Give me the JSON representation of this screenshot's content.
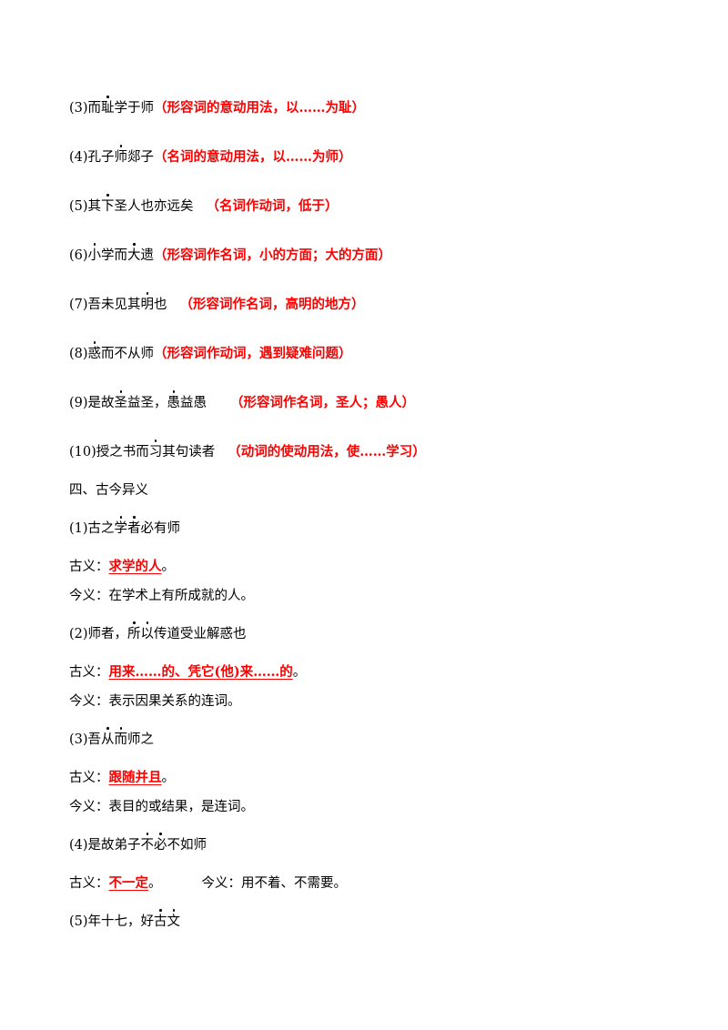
{
  "items": [
    {
      "num": "(3)",
      "s1": "而",
      "d1": "耻",
      "s2": "学于师",
      "ann": "（形容词的意动用法，以……为耻）"
    },
    {
      "num": "(4)",
      "s1": "孔子",
      "d1": "师",
      "s2": "郯子",
      "ann": "（名词的意动用法，以……为师）"
    },
    {
      "num": "(5)",
      "s1": "其",
      "d1": "下",
      "s2": "圣人也亦远矣",
      "ann": "（名词作动词，低于）"
    },
    {
      "num": "(6)",
      "d1": "小",
      "s2": "学而",
      "d2": "大",
      "s3": "遗",
      "ann": "（形容词作名词，小的方面；大的方面）"
    },
    {
      "num": "(7)",
      "s1": "吾未见其",
      "d1": "明",
      "s2": "也",
      "ann": "（形容词作名词，高明的地方）"
    },
    {
      "num": "(8)",
      "d1": "惑",
      "s2": "而不从师",
      "ann": "（形容词作动词，遇到疑难问题）"
    },
    {
      "num": "(9)",
      "s1": "是故",
      "d1": "圣",
      "s2": "益圣，",
      "d2": "愚",
      "s3": "益愚",
      "ann": "（形容词作名词，圣人；愚人）"
    },
    {
      "num": "(10)",
      "s1": "授之书而",
      "d1": "习",
      "s2": "其句读者",
      "ann": "（动词的使动用法，使……学习）"
    }
  ],
  "section_title": "四、古今异义",
  "gujin": [
    {
      "num": "(1)",
      "s1": "古之",
      "d1": "学",
      "d2": "者",
      "s2": "必有师",
      "gu_label": "古义：",
      "gu": "求学的人",
      "gu_end": "。",
      "jin_label": "今义：",
      "jin": "在学术上有所成就的人。"
    },
    {
      "num": "(2)",
      "s1": "师者，",
      "d1": "所",
      "d2": "以",
      "s2": "传道受业解惑也",
      "gu_label": "古义：",
      "gu": "用来……的、凭它(他)来……的",
      "gu_end": "。",
      "jin_label": "今义：",
      "jin": "表示因果关系的连词。"
    },
    {
      "num": "(3)",
      "s1": "吾",
      "d1": "从",
      "d2": "而",
      "s2": "师之",
      "gu_label": "古义：",
      "gu": "跟随并且",
      "gu_end": "。",
      "jin_label": "今义：",
      "jin": "表目的或结果，是连词。"
    },
    {
      "num": "(4)",
      "s1": "是故弟子",
      "d1": "不",
      "d2": "必",
      "s2": "不如师",
      "gu_label": "古义：",
      "gu": "不一定",
      "gu_end": "。",
      "jin_label": "今义：",
      "jin": "用不着、不需要。"
    },
    {
      "num": "(5)",
      "s1": "年十七，好",
      "d1": "古",
      "d2": "文"
    }
  ]
}
